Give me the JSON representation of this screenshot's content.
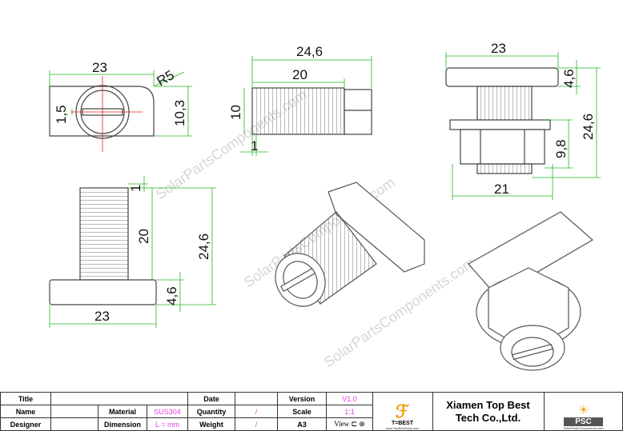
{
  "watermark": "SolarPartsComponents.com",
  "views": {
    "top_view": {
      "width": "23",
      "radius": "R5",
      "slot": "1,5",
      "height": "10,3"
    },
    "side_view": {
      "overall": "24,6",
      "thread": "20",
      "diameter": "10",
      "gap": "1"
    },
    "assembly_view": {
      "head": "23",
      "head_thickness": "4,6",
      "overall": "24,6",
      "nut": "9,8",
      "nut_width": "21"
    },
    "front_view": {
      "chamfer": "1",
      "thread": "20",
      "overall": "24,6",
      "head_thickness": "4,6",
      "width": "23"
    }
  },
  "title_block": {
    "title_label": "Title",
    "title_value": "",
    "date_label": "Date",
    "date_value": "",
    "version_label": "Version",
    "version_value": "V1.0",
    "name_label": "Name",
    "material_label": "Material",
    "material_value": "SUS304",
    "quantity_label": "Quantity",
    "quantity_value": "/",
    "scale_label": "Scale",
    "scale_value": "1:1",
    "designer_label": "Designer",
    "dimension_label": "Dimension",
    "dimension_value": "L =   mm",
    "weight_label": "Weight",
    "weight_value": "/",
    "paper_size": "A3",
    "view_label": "View",
    "company_line1": "Xiamen Top Best",
    "company_line2": "Tech Co.,Ltd.",
    "logo1_text": "T=BEST",
    "logo1_url": "www.TopBestSolar.com",
    "logo2_url": "SolarPartsComponents.com"
  },
  "colors": {
    "dimension": "#22b822",
    "accent": "#e040e0",
    "center": "#e02020"
  }
}
